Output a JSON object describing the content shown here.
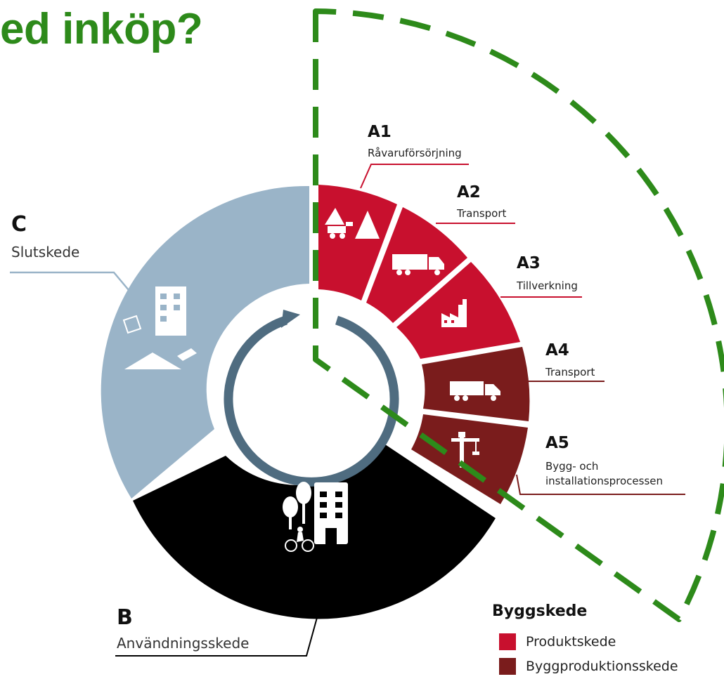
{
  "title": "ed inköp?",
  "colors": {
    "product": "#c8102e",
    "production": "#7a1c1c",
    "use": "#000000",
    "end": "#9ab4c8",
    "cycle_arrow": "#4f6c80",
    "highlight_dash": "#2d8a1a"
  },
  "stages": {
    "a1": {
      "code": "A1",
      "name": "Råvaruförsörjning",
      "icon": "raw-material-mining-icon"
    },
    "a2": {
      "code": "A2",
      "name": "Transport",
      "icon": "truck-icon"
    },
    "a3": {
      "code": "A3",
      "name": "Tillverkning",
      "icon": "factory-icon"
    },
    "a4": {
      "code": "A4",
      "name": "Transport",
      "icon": "truck-icon"
    },
    "a5": {
      "code": "A5",
      "name_line1": "Bygg- och",
      "name_line2": "installationsprocessen",
      "icon": "crane-icon"
    },
    "b": {
      "code": "B",
      "name": "Användningsskede",
      "icon": "building-trees-bicycle-icon"
    },
    "c": {
      "code": "C",
      "name": "Slutskede",
      "icon": "demolition-building-icon"
    }
  },
  "legend": {
    "title": "Byggskede",
    "items": [
      {
        "label": "Produktskede",
        "color": "#c8102e"
      },
      {
        "label": "Byggproduktionsskede",
        "color": "#7a1c1c"
      }
    ]
  }
}
